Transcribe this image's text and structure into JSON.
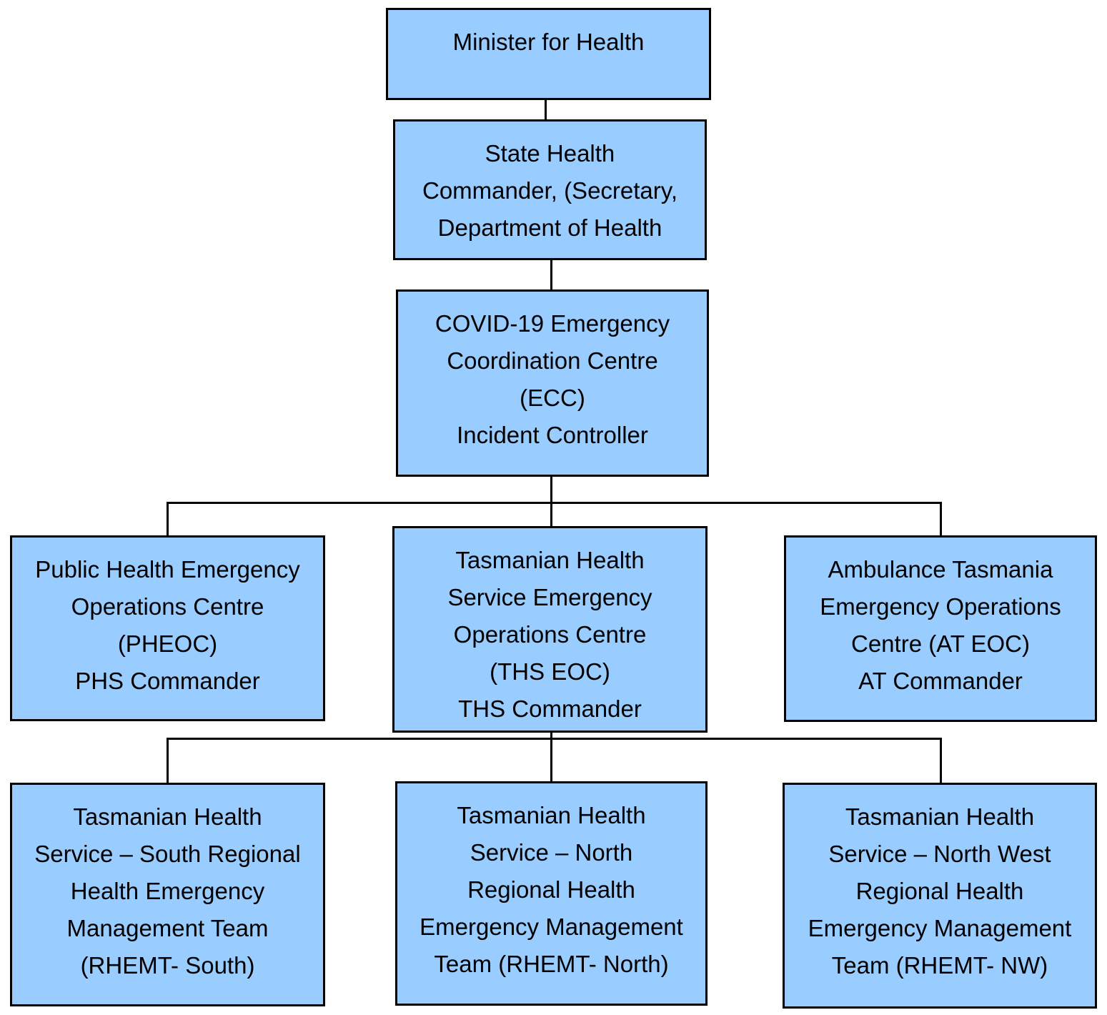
{
  "diagram": {
    "type": "org-chart",
    "nodes": {
      "minister": {
        "text": "Minister for Health"
      },
      "state_health": {
        "text": "State Health\nCommander, (Secretary,\nDepartment of Health"
      },
      "ecc": {
        "text": "COVID-19 Emergency\nCoordination Centre\n(ECC)\nIncident Controller"
      },
      "pheoc": {
        "text": "Public Health Emergency\nOperations Centre\n(PHEOC)\nPHS Commander"
      },
      "ths_eoc": {
        "text": "Tasmanian Health\nService Emergency\nOperations Centre\n(THS EOC)\nTHS Commander"
      },
      "at_eoc": {
        "text": "Ambulance Tasmania\nEmergency Operations\nCentre (AT EOC)\nAT Commander"
      },
      "rhemt_south": {
        "text": "Tasmanian Health\nService – South Regional\nHealth Emergency\nManagement Team\n(RHEMT- South)"
      },
      "rhemt_north": {
        "text": "Tasmanian Health\nService – North\nRegional Health\nEmergency Management\nTeam (RHEMT- North)"
      },
      "rhemt_nw": {
        "text": "Tasmanian Health\nService – North West\nRegional Health\nEmergency Management\nTeam (RHEMT- NW)"
      }
    },
    "edges": [
      {
        "from": "minister",
        "to": "state_health"
      },
      {
        "from": "state_health",
        "to": "ecc"
      },
      {
        "from": "ecc",
        "to": "pheoc"
      },
      {
        "from": "ecc",
        "to": "ths_eoc"
      },
      {
        "from": "ecc",
        "to": "at_eoc"
      },
      {
        "from": "ths_eoc",
        "to": "rhemt_south"
      },
      {
        "from": "ths_eoc",
        "to": "rhemt_north"
      },
      {
        "from": "ths_eoc",
        "to": "rhemt_nw"
      }
    ]
  },
  "colors": {
    "box_fill": "#99CCFF",
    "box_border": "#000000",
    "line_color": "#000000",
    "text_color": "#000000",
    "page_bg": "#FFFFFF"
  }
}
